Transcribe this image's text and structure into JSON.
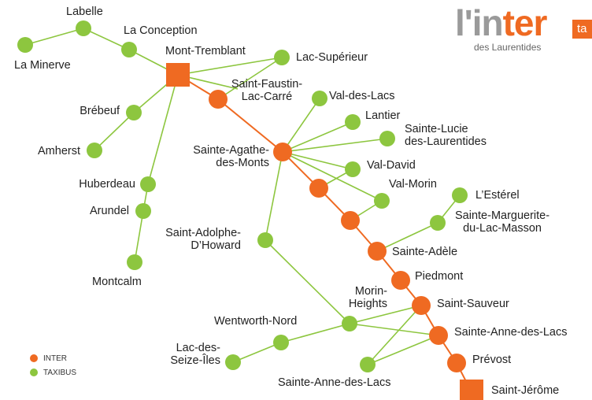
{
  "colors": {
    "inter": "#ef6a22",
    "taxibus": "#8dc63f"
  },
  "logo": {
    "word_a": "l'in",
    "word_b": "ter",
    "subtitle": "des Laurentides",
    "badge": "ta"
  },
  "legend": {
    "inter": "INTER",
    "taxibus": "TAXIBUS"
  },
  "stops": {
    "labelle": "Labelle",
    "la_conception": "La Conception",
    "la_minerve": "La Minerve",
    "mont_tremblant": "Mont-Tremblant",
    "lac_superieur": "Lac-Supérieur",
    "saint_faustin_1": "Saint-Faustin-",
    "saint_faustin_2": "Lac-Carré",
    "val_des_lacs": "Val-des-Lacs",
    "brebeuf": "Brébeuf",
    "lantier": "Lantier",
    "sainte_lucie_1": "Sainte-Lucie",
    "sainte_lucie_2": "des-Laurentides",
    "amherst": "Amherst",
    "sainte_agathe_1": "Sainte-Agathe-",
    "sainte_agathe_2": "des-Monts",
    "val_david": "Val-David",
    "huberdeau": "Huberdeau",
    "val_morin": "Val-Morin",
    "arundel": "Arundel",
    "lesterel": "L’Estérel",
    "sainte_marguerite_1": "Sainte-Marguerite-",
    "sainte_marguerite_2": "du-Lac-Masson",
    "saint_adolphe_1": "Saint-Adolphe-",
    "saint_adolphe_2": "D’Howard",
    "sainte_adele": "Sainte-Adèle",
    "montcalm": "Montcalm",
    "piedmont": "Piedmont",
    "morin_heights_1": "Morin-",
    "morin_heights_2": "Heights",
    "saint_sauveur": "Saint-Sauveur",
    "wentworth_nord": "Wentworth-Nord",
    "sainte_anne_lacs_right": "Sainte-Anne-des-Lacs",
    "lac_des_seize_1": "Lac-des-",
    "lac_des_seize_2": "Seize-Îles",
    "prevost": "Prévost",
    "sainte_anne_lacs_bottom": "Sainte-Anne-des-Lacs",
    "saint_jerome": "Saint-Jérôme"
  }
}
